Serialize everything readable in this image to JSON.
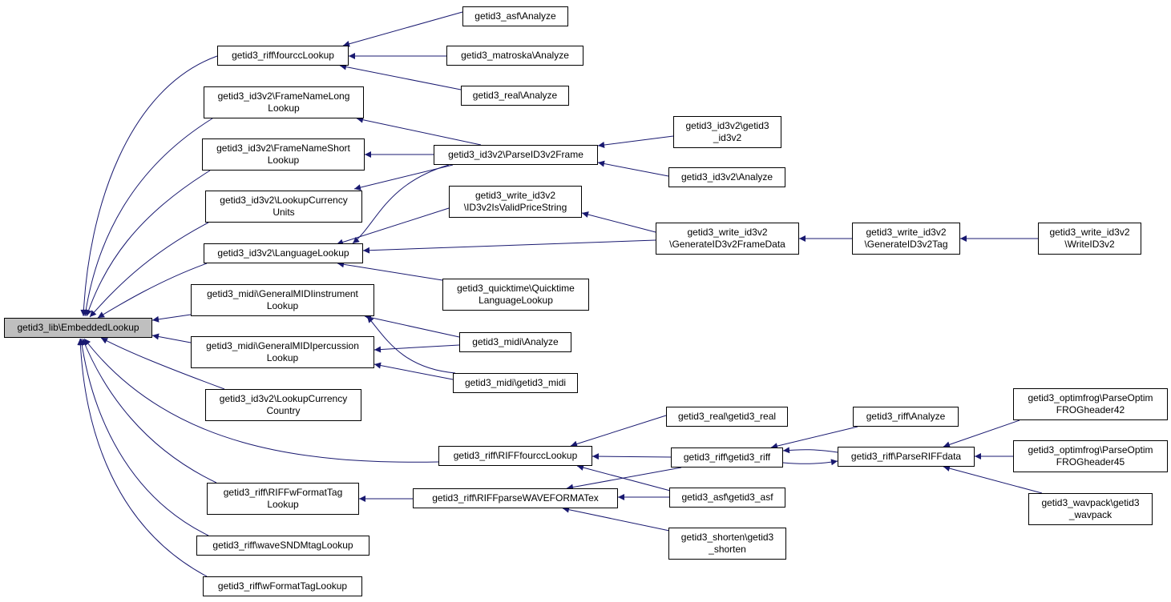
{
  "colors": {
    "edge": "#191970",
    "node_border": "#000000",
    "root_fill": "#bfbfbf",
    "node_fill": "#ffffff"
  },
  "nodes": {
    "root": "getid3_lib\\EmbeddedLookup",
    "fourcc": "getid3_riff\\fourccLookup",
    "asf_an": "getid3_asf\\Analyze",
    "mat_an": "getid3_matroska\\Analyze",
    "real_an": "getid3_real\\Analyze",
    "fnl": "getid3_id3v2\\FrameNameLong\nLookup",
    "fns": "getid3_id3v2\\FrameNameShort\nLookup",
    "lcu": "getid3_id3v2\\LookupCurrency\nUnits",
    "lang": "getid3_id3v2\\LanguageLookup",
    "gmi": "getid3_midi\\GeneralMIDIinstrument\nLookup",
    "gmp": "getid3_midi\\GeneralMIDIpercussion\nLookup",
    "lcc": "getid3_id3v2\\LookupCurrency\nCountry",
    "riffcc": "getid3_riff\\RIFFfourccLookup",
    "rwft": "getid3_riff\\RIFFwFormatTag\nLookup",
    "wsndm": "getid3_riff\\waveSNDMtagLookup",
    "wft": "getid3_riff\\wFormatTagLookup",
    "parse": "getid3_id3v2\\ParseID3v2Frame",
    "id3ctor": "getid3_id3v2\\getid3\n_id3v2",
    "id3an": "getid3_id3v2\\Analyze",
    "wvalid": "getid3_write_id3v2\n\\ID3v2IsValidPriceString",
    "wgfd": "getid3_write_id3v2\n\\GenerateID3v2FrameData",
    "wgtag": "getid3_write_id3v2\n\\GenerateID3v2Tag",
    "wwrite": "getid3_write_id3v2\n\\WriteID3v2",
    "qt": "getid3_quicktime\\Quicktime\nLanguageLookup",
    "midian": "getid3_midi\\Analyze",
    "midictor": "getid3_midi\\getid3_midi",
    "realctor": "getid3_real\\getid3_real",
    "riffctor": "getid3_riff\\getid3_riff",
    "riffan": "getid3_riff\\Analyze",
    "parseriff": "getid3_riff\\ParseRIFFdata",
    "of42": "getid3_optimfrog\\ParseOptim\nFROGheader42",
    "of45": "getid3_optimfrog\\ParseOptim\nFROGheader45",
    "wavpack": "getid3_wavpack\\getid3\n_wavpack",
    "rpwfe": "getid3_riff\\RIFFparseWAVEFORMATex",
    "asfctor": "getid3_asf\\getid3_asf",
    "shorten": "getid3_shorten\\getid3\n_shorten"
  }
}
